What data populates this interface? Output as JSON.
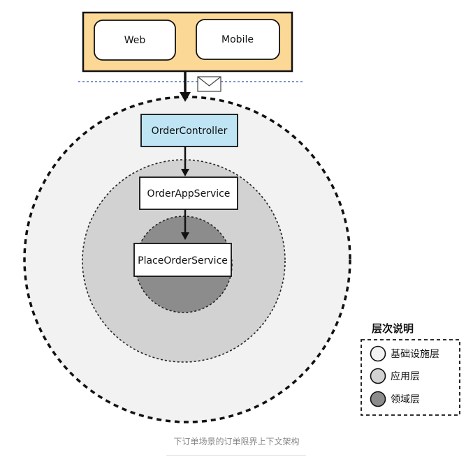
{
  "clients": {
    "web_label": "Web",
    "mobile_label": "Mobile"
  },
  "layers": {
    "controller_label": "OrderController",
    "app_service_label": "OrderAppService",
    "domain_service_label": "PlaceOrderService"
  },
  "legend": {
    "title": "层次说明",
    "items": [
      {
        "label": "基础设施层",
        "color": "#f2f2f2"
      },
      {
        "label": "应用层",
        "color": "#d2d2d2"
      },
      {
        "label": "领域层",
        "color": "#8c8c8c"
      }
    ]
  },
  "caption": "下订单场景的订单限界上下文架构",
  "colors": {
    "client_frame": "#fcd896",
    "controller_fill": "#bfe4f4",
    "infrastructure": "#f2f2f2",
    "application": "#d2d2d2",
    "domain": "#8c8c8c"
  }
}
